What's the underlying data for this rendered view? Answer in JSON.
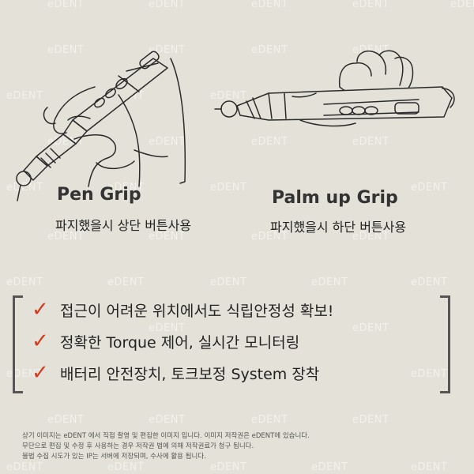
{
  "watermark": "eDENT",
  "pen_grip": {
    "title": "Pen Grip",
    "description": "파지했을시 상단 버튼사용"
  },
  "palm_grip": {
    "title": "Palm up Grip",
    "description": "파지했을시 하단 버튼사용"
  },
  "features": [
    "접근이 어려운 위치에서도 식립안정성 확보!",
    "정확한  Torque 제어, 실시간 모니터링",
    "배터리 안전장치, 토크보정 System 장착"
  ],
  "check_icon": "red-checkmark",
  "colors": {
    "background": "#e3e1d8",
    "check": "#d43a1e",
    "bracket": "#555555"
  },
  "copyright": [
    "상기 이미지는 eDENT 에서 직접 촬영 및 편집한 이미지 입니다. 이미지 저작권은 eDENT에 있습니다.",
    "무단으로 편집 및 수정 후 사용하는 경우 저작권 법에 의해 저작권료가 청구 됩니다.",
    "불법 수집 시도가 있는 IP는 서버에 저장되며, 수사에 활용 됩니다."
  ]
}
